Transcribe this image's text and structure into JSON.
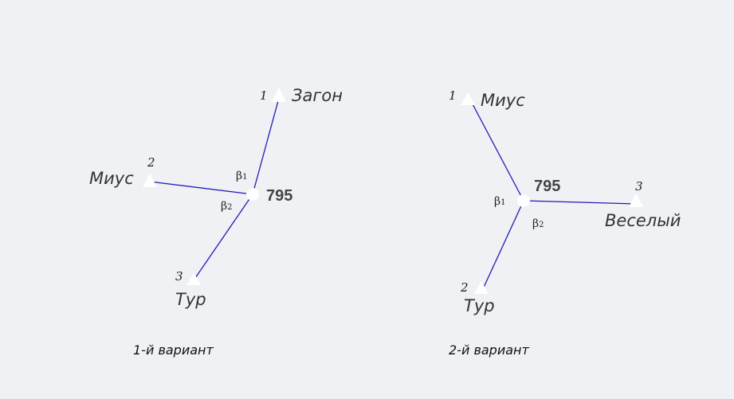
{
  "variant1": {
    "caption": "1-й вариант",
    "center_label": "795",
    "beta1": "β",
    "beta1_sub": "1",
    "beta2": "β",
    "beta2_sub": "2",
    "stations": [
      {
        "num": "1",
        "name": "Загон"
      },
      {
        "num": "2",
        "name": "Миус"
      },
      {
        "num": "3",
        "name": "Тур"
      }
    ]
  },
  "variant2": {
    "caption": "2-й вариант",
    "center_label": "795",
    "beta1": "β",
    "beta1_sub": "1",
    "beta2": "β",
    "beta2_sub": "2",
    "stations": [
      {
        "num": "1",
        "name": "Миус"
      },
      {
        "num": "2",
        "name": "Тур"
      },
      {
        "num": "3",
        "name": "Веселый"
      }
    ]
  }
}
